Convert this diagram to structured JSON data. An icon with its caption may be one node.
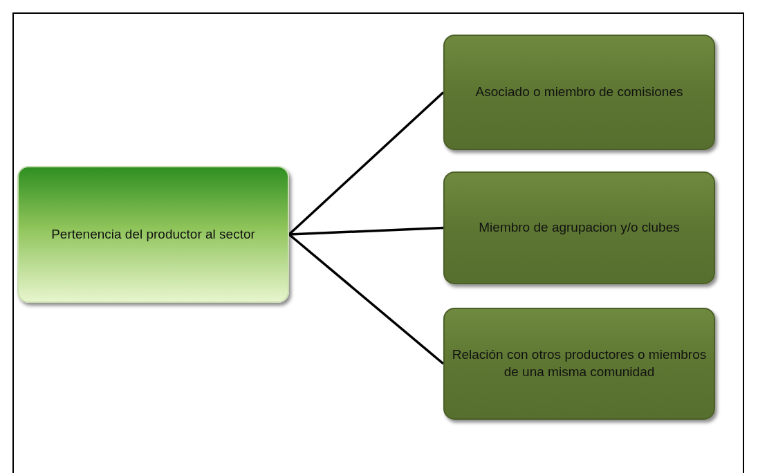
{
  "diagram": {
    "nodes": [
      {
        "text": [
          "Pertenencia del productor al sector"
        ]
      },
      {
        "text": [
          "Asociado o miembro de comisiones"
        ]
      },
      {
        "text": [
          "Miembro de agrupacion y/o clubes"
        ]
      },
      {
        "text": [
          "Relación con otros productores o miembros de una misma comunidad"
        ]
      }
    ],
    "edges": [
      {
        "from": 0,
        "to": 1,
        "arrow": "none"
      },
      {
        "from": 0,
        "to": 2,
        "arrow": "none"
      },
      {
        "from": 0,
        "to": 3,
        "arrow": "none"
      }
    ]
  }
}
